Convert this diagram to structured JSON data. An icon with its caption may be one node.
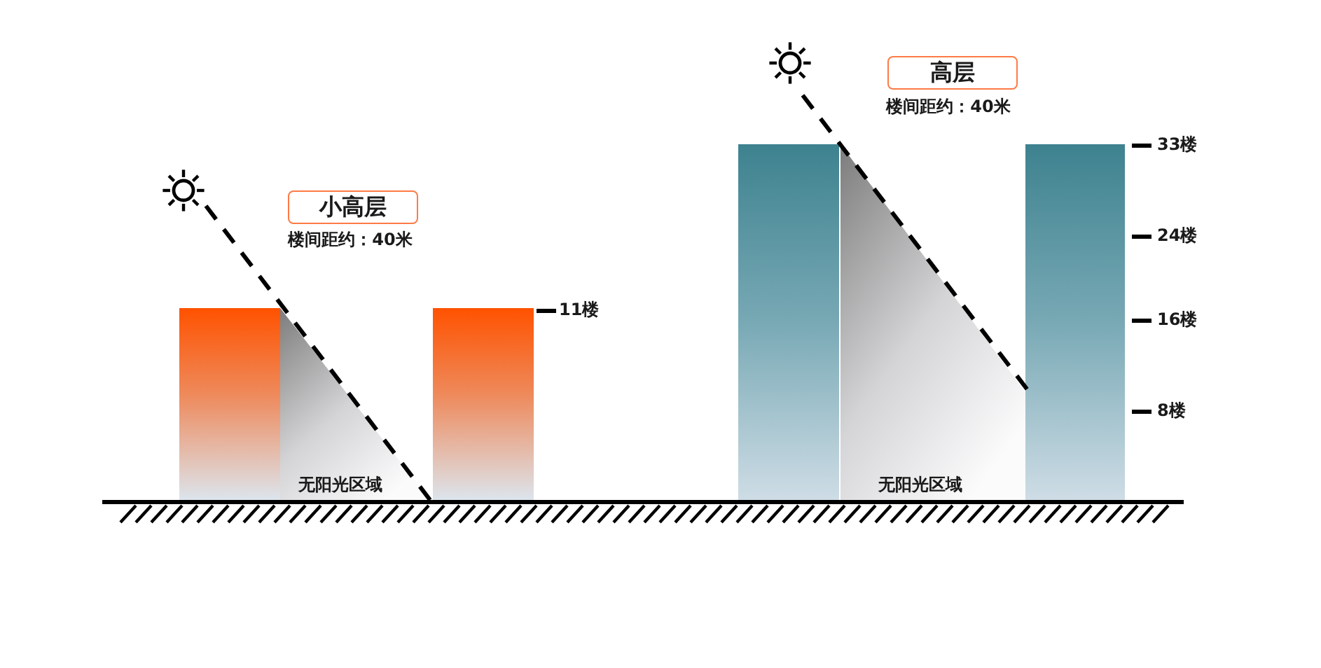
{
  "diagram": {
    "nodes": [
      {
        "text": [
          "小高层"
        ],
        "beside": [
          "楼间距约：40米"
        ]
      },
      {
        "text": [],
        "shape": "box"
      },
      {
        "text": [],
        "shape": "box"
      },
      {
        "text": [
          "高层"
        ],
        "beside": [
          "楼间距约：40米"
        ]
      },
      {
        "text": [],
        "shape": "box"
      },
      {
        "text": [],
        "shape": "box"
      }
    ],
    "labels": [
      "无阳光区域",
      "11楼",
      "33楼",
      "24楼",
      "16楼",
      "8楼",
      "无阳光区域"
    ]
  }
}
